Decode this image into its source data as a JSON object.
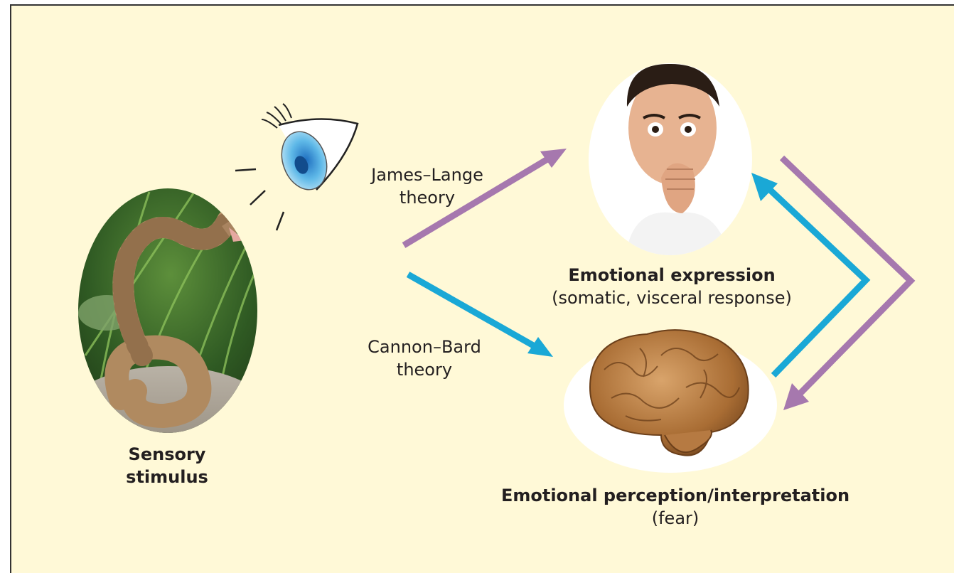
{
  "labels": {
    "james_lange_line1": "James–Lange",
    "james_lange_line2": "theory",
    "cannon_bard_line1": "Cannon–Bard",
    "cannon_bard_line2": "theory",
    "emotional_expression_title": "Emotional expression",
    "emotional_expression_sub": "(somatic, visceral response)",
    "emotional_perception_title": "Emotional perception/interpretation",
    "emotional_perception_sub": "(fear)",
    "sensory_line1": "Sensory",
    "sensory_line2": "stimulus"
  },
  "colors": {
    "background": "#fff9d7",
    "james_lange_arrow": "#a678ae",
    "cannon_bard_arrow": "#1aa8d6",
    "text": "#231f20"
  },
  "icons": {
    "snake": "rattlesnake-photo",
    "eye": "eye-icon",
    "face": "surprised-face-photo",
    "brain": "brain-photo"
  }
}
